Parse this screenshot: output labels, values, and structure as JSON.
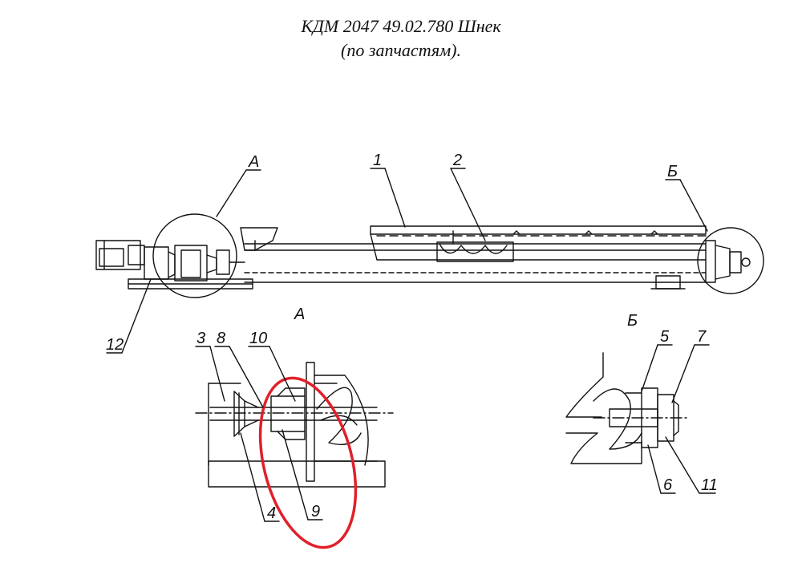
{
  "title": {
    "line1": "КДМ 2047 49.02.780 Шнек",
    "line2": "(по запчастям)."
  },
  "view_labels": {
    "detail_a": "А",
    "detail_b": "Б",
    "section_a": "А",
    "section_b": "Б"
  },
  "callouts": {
    "c1": "1",
    "c2": "2",
    "c3": "3",
    "c4": "4",
    "c5": "5",
    "c6": "6",
    "c7": "7",
    "c8": "8",
    "c9": "9",
    "c10": "10",
    "c11": "11",
    "c12": "12"
  },
  "highlight_color": "#e0202a",
  "line_color": "#111111"
}
